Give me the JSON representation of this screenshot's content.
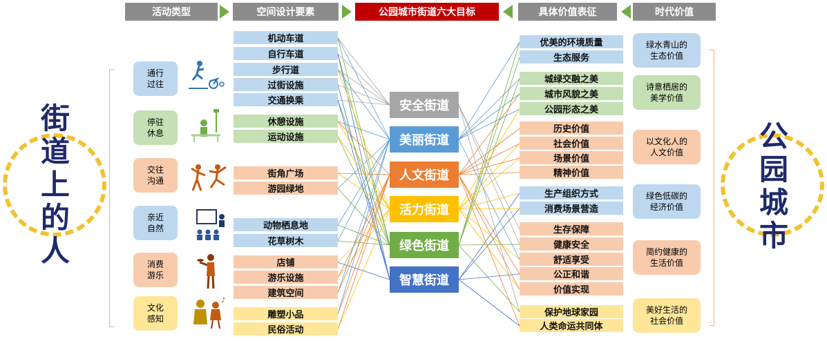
{
  "headers": {
    "activity_type": "活动类型",
    "space_design": "空间设计要素",
    "goals": "公园城市街道六大目标",
    "value_expression": "具体价值表征",
    "era_value": "时代价值"
  },
  "left_title": [
    "街",
    "道",
    "上",
    "的",
    "人"
  ],
  "right_title": [
    "公",
    "园",
    "城",
    "市"
  ],
  "activities": [
    {
      "line1": "通行",
      "line2": "过往",
      "color": "blue",
      "icon": "cyclist-icon"
    },
    {
      "line1": "停驻",
      "line2": "休息",
      "color": "green",
      "icon": "bench-person-icon"
    },
    {
      "line1": "交往",
      "line2": "沟通",
      "color": "orange",
      "icon": "dancing-people-icon"
    },
    {
      "line1": "亲近",
      "line2": "自然",
      "color": "blue",
      "icon": "audience-board-icon"
    },
    {
      "line1": "消费",
      "line2": "游乐",
      "color": "orange",
      "icon": "waiter-icon"
    },
    {
      "line1": "文化",
      "line2": "感知",
      "color": "yellow",
      "icon": "music-couple-icon"
    }
  ],
  "design_elements": [
    {
      "label": "机动车道",
      "color": "blue"
    },
    {
      "label": "自行车道",
      "color": "blue"
    },
    {
      "label": "步行道",
      "color": "blue"
    },
    {
      "label": "过街设施",
      "color": "blue"
    },
    {
      "label": "交通换乘",
      "color": "blue"
    },
    {
      "label": "休憩设施",
      "color": "green"
    },
    {
      "label": "运动设施",
      "color": "green"
    },
    {
      "label": "街角广场",
      "color": "orange"
    },
    {
      "label": "游园绿地",
      "color": "orange"
    },
    {
      "label": "动物栖息地",
      "color": "blue"
    },
    {
      "label": "花草树木",
      "color": "blue"
    },
    {
      "label": "店铺",
      "color": "orange"
    },
    {
      "label": "游乐设施",
      "color": "orange"
    },
    {
      "label": "建筑空间",
      "color": "orange"
    },
    {
      "label": "雕塑小品",
      "color": "yellow"
    },
    {
      "label": "民俗活动",
      "color": "yellow"
    }
  ],
  "goals": [
    {
      "label": "安全街道",
      "color": "#a6a6a6"
    },
    {
      "label": "美丽街道",
      "color": "#5b9bd5"
    },
    {
      "label": "人文街道",
      "color": "#ed7d31"
    },
    {
      "label": "活力街道",
      "color": "#ffc000"
    },
    {
      "label": "绿色街道",
      "color": "#70ad47"
    },
    {
      "label": "智慧街道",
      "color": "#4472c4"
    }
  ],
  "value_items": [
    {
      "label": "优美的环境质量",
      "color": "blue"
    },
    {
      "label": "生态服务",
      "color": "blue"
    },
    {
      "label": "城绿交融之美",
      "color": "green"
    },
    {
      "label": "城市风貌之美",
      "color": "green"
    },
    {
      "label": "公园形态之美",
      "color": "green"
    },
    {
      "label": "历史价值",
      "color": "orange"
    },
    {
      "label": "社会价值",
      "color": "orange"
    },
    {
      "label": "场景价值",
      "color": "orange"
    },
    {
      "label": "精神价值",
      "color": "orange"
    },
    {
      "label": "生产组织方式",
      "color": "blue"
    },
    {
      "label": "消费场景营造",
      "color": "blue"
    },
    {
      "label": "生存保障",
      "color": "orange"
    },
    {
      "label": "健康安全",
      "color": "orange"
    },
    {
      "label": "舒适享受",
      "color": "orange"
    },
    {
      "label": "公正和谐",
      "color": "orange"
    },
    {
      "label": "价值实现",
      "color": "orange"
    },
    {
      "label": "保护地球家园",
      "color": "yellow"
    },
    {
      "label": "人类命运共同体",
      "color": "yellow"
    }
  ],
  "era_values": [
    {
      "line1": "绿水青山的",
      "line2": "生态价值",
      "color": "blue"
    },
    {
      "line1": "诗意栖居的",
      "line2": "美学价值",
      "color": "green"
    },
    {
      "line1": "以文化人的",
      "line2": "人文价值",
      "color": "orange"
    },
    {
      "line1": "绿色低碳的",
      "line2": "经济价值",
      "color": "blue"
    },
    {
      "line1": "简约健康的",
      "line2": "生活价值",
      "color": "orange"
    },
    {
      "line1": "美好生活的",
      "line2": "社会价值",
      "color": "yellow"
    }
  ],
  "colors": {
    "header_gray": "#8c8c8c",
    "header_red": "#c00000",
    "arrow_green": "#70ad47",
    "title_navy": "#1f2a6b",
    "ring_yellow": "#f2c230"
  }
}
